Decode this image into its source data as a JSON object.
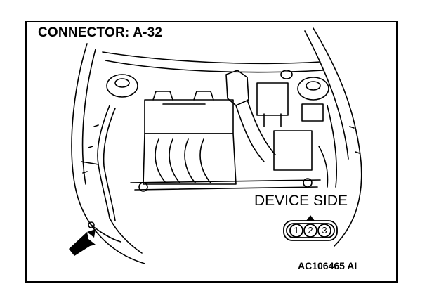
{
  "figure": {
    "title": "CONNECTOR: A-32",
    "view_label": "DEVICE SIDE",
    "figure_code": "AC106465 AI",
    "connector_pins": [
      "1",
      "2",
      "3"
    ],
    "icons": {
      "arrow": "locator-arrow-icon",
      "connector": "connector-3pin-icon"
    },
    "colors": {
      "line": "#000000",
      "background": "#ffffff"
    }
  }
}
